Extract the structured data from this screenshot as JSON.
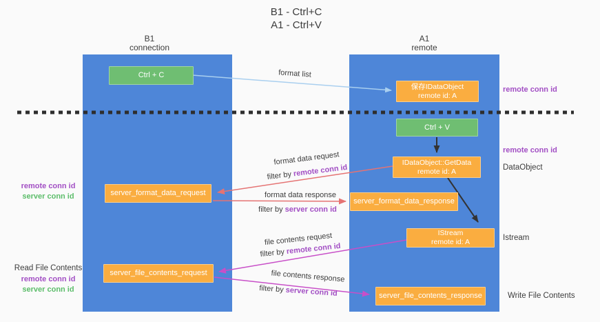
{
  "title": {
    "line1": "B1 - Ctrl+C",
    "line2": "A1 - Ctrl+V"
  },
  "lanes": {
    "left": {
      "name": "B1",
      "subtitle": "connection"
    },
    "right": {
      "name": "A1",
      "subtitle": "remote"
    }
  },
  "nodes": {
    "ctrl_c": {
      "label": "Ctrl + C"
    },
    "saved_dataobject": {
      "label": "保存IDataObject",
      "sub": "remote id: A"
    },
    "ctrl_v": {
      "label": "Ctrl + V"
    },
    "getdata": {
      "label": "IDataObject::GetData",
      "sub": "remote id: A"
    },
    "server_format_data_request": {
      "label": "server_format_data_request"
    },
    "server_format_data_response": {
      "label": "server_format_data_response"
    },
    "istream": {
      "label": "IStream",
      "sub": "remote id: A"
    },
    "server_file_contents_request": {
      "label": "server_file_contents_request"
    },
    "server_file_contents_response": {
      "label": "server_file_contents_response"
    }
  },
  "flows": {
    "format_list": {
      "label": "format list"
    },
    "format_request": {
      "label": "format data request",
      "filter_prefix": "filter by ",
      "filter_key": "remote conn id"
    },
    "format_response": {
      "label": "format data response",
      "filter_prefix": "filter by ",
      "filter_key": "server conn id"
    },
    "file_request": {
      "label": "file contents request",
      "filter_prefix": "filter by ",
      "filter_key": "remote conn id"
    },
    "file_response": {
      "label": "file contents response",
      "filter_prefix": "filter by ",
      "filter_key": "server conn id"
    }
  },
  "annotations": {
    "left": [
      {
        "text": "remote conn id",
        "color": "purple"
      },
      {
        "text": "server conn id",
        "color": "green"
      },
      {
        "text": "Read File Contents",
        "color": "plain"
      },
      {
        "text": "remote conn id",
        "color": "purple"
      },
      {
        "text": "server conn id",
        "color": "green"
      }
    ],
    "right": [
      {
        "text": "remote conn id",
        "color": "purple"
      },
      {
        "text": "remote conn id",
        "color": "purple"
      },
      {
        "text": "DataObject",
        "color": "plain"
      },
      {
        "text": "Istream",
        "color": "plain"
      },
      {
        "text": "Write File Contents",
        "color": "plain"
      }
    ]
  },
  "colors": {
    "background": "#FAFAFA",
    "lane_blue": "#4E86D8",
    "box_green": "#6FBE72",
    "box_orange": "#FAAD40",
    "arrow_light_blue": "#A9CFEF",
    "arrow_red": "#E57373",
    "arrow_magenta": "#C84FC8",
    "arrow_black": "#333333",
    "annotation_purple": "#A24FC4",
    "annotation_green": "#5CBD6A",
    "divider_dark": "#2E2E2E"
  }
}
